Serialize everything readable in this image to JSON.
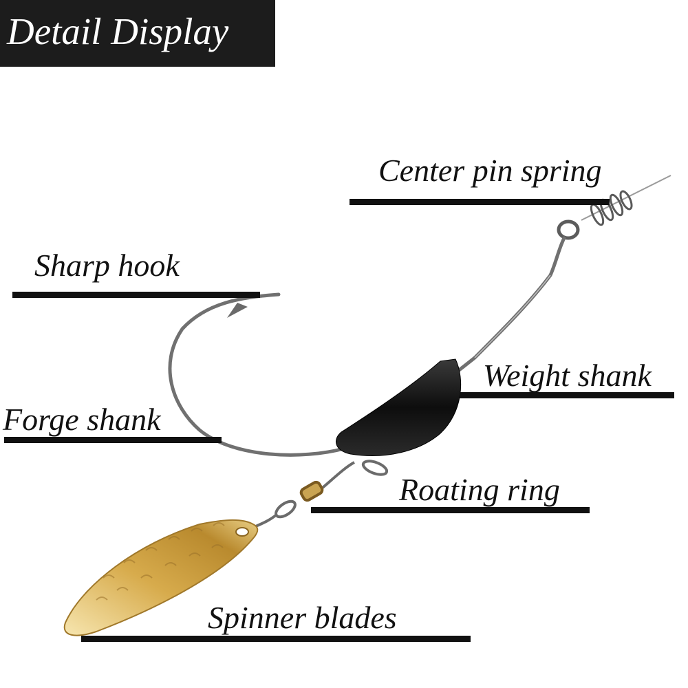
{
  "title": "Detail Display",
  "labels": {
    "center_pin_spring": "Center pin spring",
    "sharp_hook": "Sharp hook",
    "weight_shank": "Weight shank",
    "forge_shank": "Forge shank",
    "roating_ring": "Roating ring",
    "spinner_blades": "Spinner blades"
  },
  "colors": {
    "title_bg": "#1c1c1c",
    "hook_wire": "#6e6e6e",
    "weight": "#1a1a1a",
    "blade_gold": "#d4a94a"
  }
}
